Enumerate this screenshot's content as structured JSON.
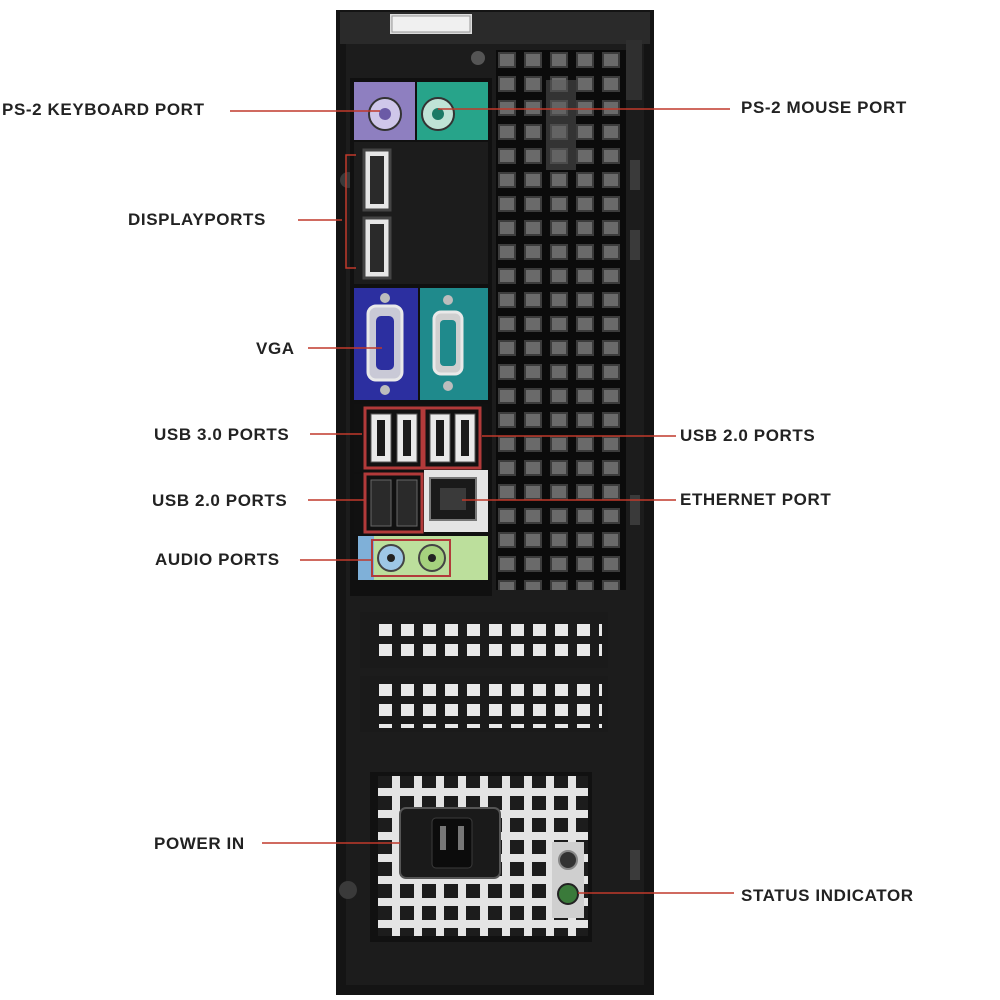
{
  "diagram": {
    "colors": {
      "leader_line": "#c0392b",
      "label_text": "#222222",
      "chassis": "#141414",
      "ps2_keyboard": "#8e7fc0",
      "ps2_mouse": "#27a48a",
      "vga": "#2c2fa0",
      "serial": "#1f8a8c",
      "usb_frame": "#b23a3a",
      "audio_panel": "#bcdf9c",
      "audio_blue": "#7fb0d8",
      "status_led": "#3a7a3a"
    },
    "labels": {
      "ps2_keyboard": "PS-2 KEYBOARD PORT",
      "ps2_mouse": "PS-2 MOUSE PORT",
      "displayports": "DISPLAYPORTS",
      "vga": "VGA",
      "usb30": "USB 3.0 PORTS",
      "usb20_right": "USB 2.0 PORTS",
      "usb20_left": "USB 2.0 PORTS",
      "ethernet": "ETHERNET PORT",
      "audio": "AUDIO PORTS",
      "power_in": "POWER IN",
      "status": "STATUS INDICATOR"
    }
  }
}
